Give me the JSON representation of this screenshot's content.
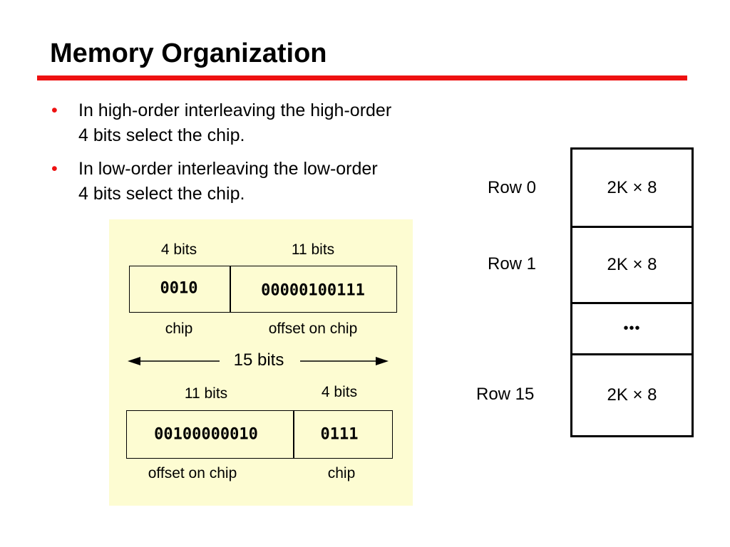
{
  "title": "Memory Organization",
  "bullets": [
    {
      "line1": "In high-order interleaving the high-order",
      "line2": "4 bits select the chip."
    },
    {
      "line1": "In low-order interleaving the low-order",
      "line2": "4 bits select the chip."
    }
  ],
  "bullet_symbol": "•",
  "high_order": {
    "left_width": "4 bits",
    "right_width": "11 bits",
    "left_value": "0010",
    "right_value": "00000100111",
    "left_caption": "chip",
    "right_caption": "offset on chip"
  },
  "total_bits": "15 bits",
  "low_order": {
    "left_width": "11 bits",
    "right_width": "4 bits",
    "left_value": "00100000010",
    "right_value": "0111",
    "left_caption": "offset on chip",
    "right_caption": "chip"
  },
  "rows": [
    {
      "label": "Row 0",
      "cell": "2K × 8"
    },
    {
      "label": "Row 1",
      "cell": "2K × 8"
    },
    {
      "label": "",
      "cell": "•••"
    },
    {
      "label": "Row 15",
      "cell": "2K × 8"
    }
  ],
  "colors": {
    "accent": "#ee1111",
    "diagram_bg": "#fdfcd2"
  }
}
